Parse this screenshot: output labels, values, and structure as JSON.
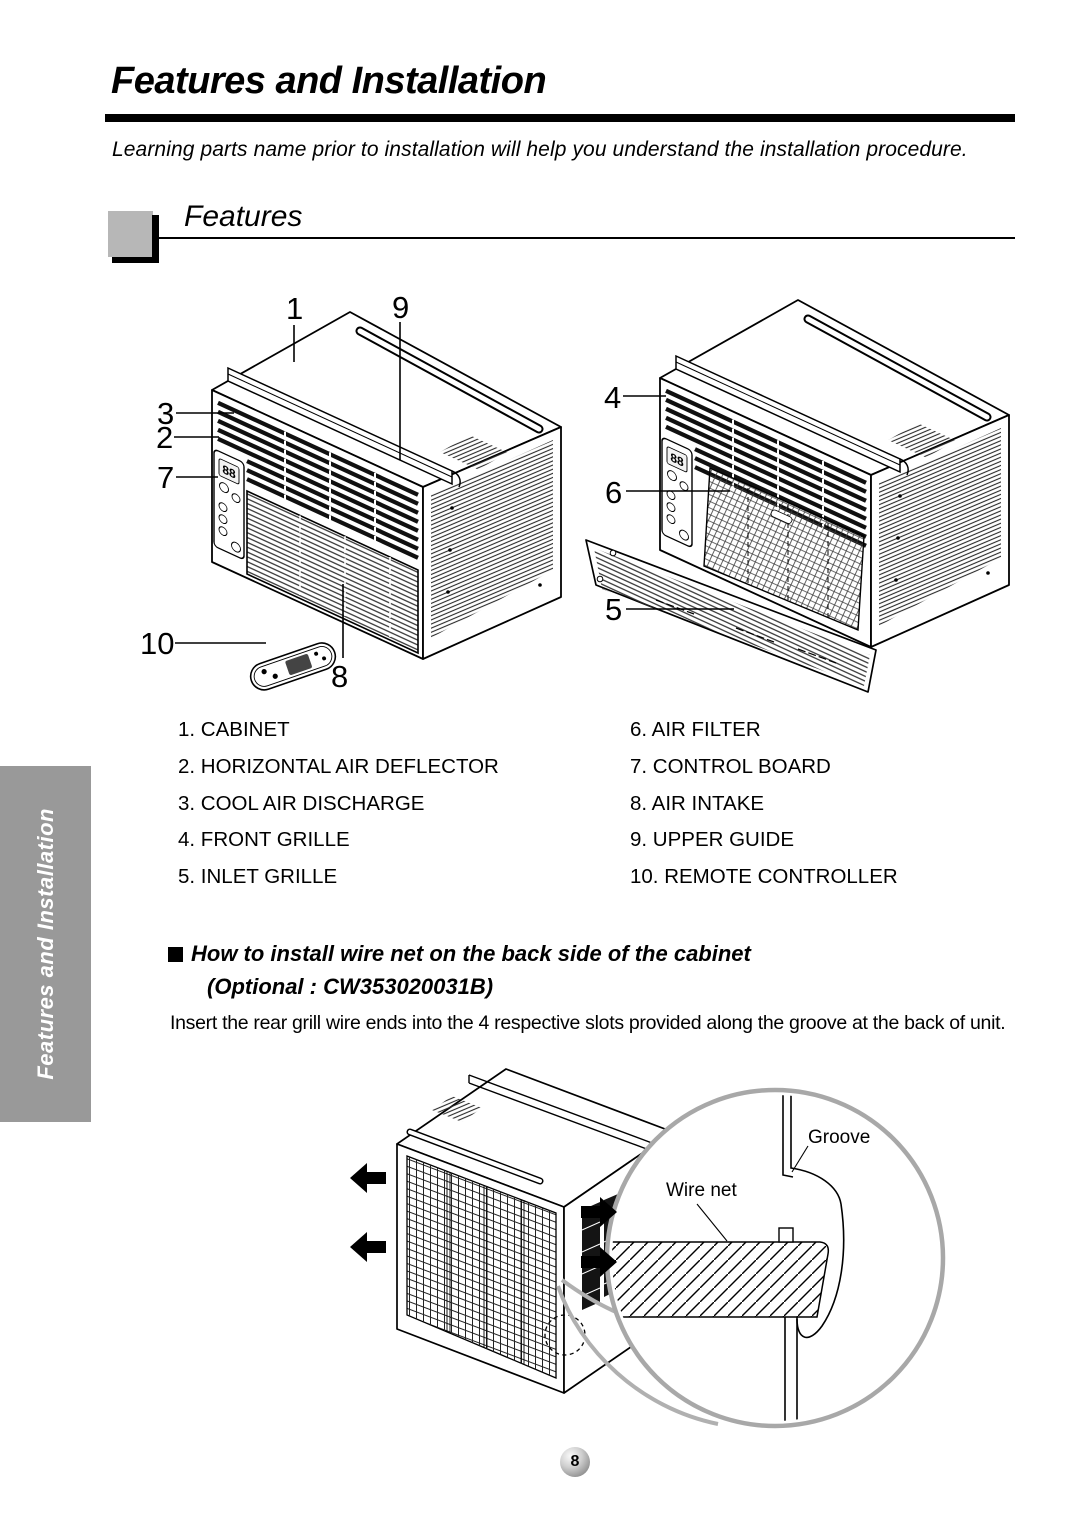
{
  "page": {
    "title": "Features and Installation",
    "intro": "Learning parts name prior to installation will help you understand the installation procedure.",
    "section_heading": "Features",
    "sidebar_tab": "Features and Installation",
    "page_number": "8"
  },
  "diagram": {
    "control_display": "88",
    "callouts": {
      "cabinet": "1",
      "horizontal_air_deflector": "2",
      "cool_air_discharge": "3",
      "front_grille": "4",
      "inlet_grille": "5",
      "air_filter": "6",
      "control_board": "7",
      "air_intake": "8",
      "upper_guide": "9",
      "remote_controller": "10"
    }
  },
  "parts_list": {
    "left": [
      "1. CABINET",
      "2. HORIZONTAL AIR DEFLECTOR",
      "3. COOL AIR DISCHARGE",
      "4. FRONT GRILLE",
      "5. INLET GRILLE"
    ],
    "right": [
      "6. AIR FILTER",
      "7. CONTROL BOARD",
      "8. AIR INTAKE",
      "9. UPPER GUIDE",
      "10. REMOTE CONTROLLER"
    ]
  },
  "wire_net": {
    "heading_line1": "How to install wire net on the back side of the cabinet",
    "heading_line2": "(Optional : CW353020031B)",
    "body": "Insert the rear grill wire ends into the 4 respective slots provided along the groove at the back of unit.",
    "labels": {
      "groove": "Groove",
      "wire_net": "Wire net"
    }
  },
  "colors": {
    "sidebar_gray": "#999999",
    "heading_square_gray": "#b7b7b7",
    "magnifier_circle_gray": "#a8a8a8"
  }
}
